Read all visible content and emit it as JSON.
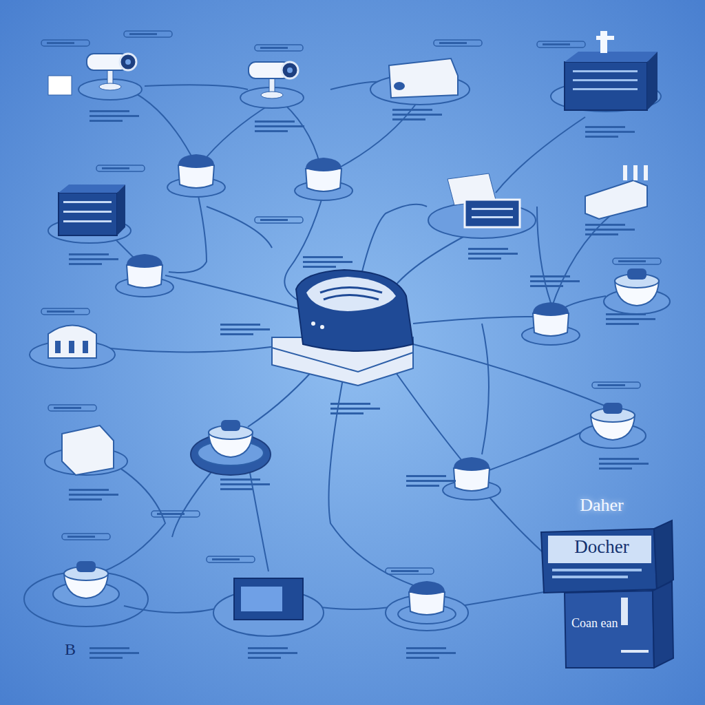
{
  "diagram": {
    "nodes": [
      {
        "text": [
          "Daher",
          "Docher",
          "Coan ean"
        ]
      }
    ],
    "labels": [
      "B"
    ]
  }
}
